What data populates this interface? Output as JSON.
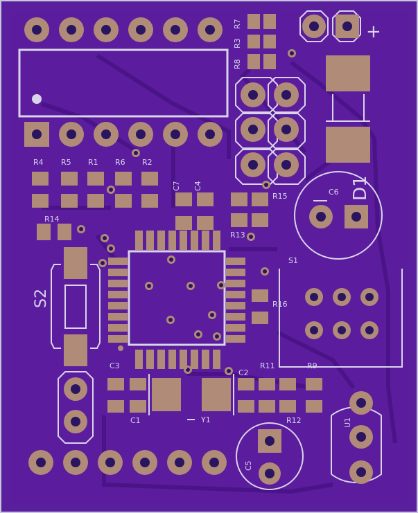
{
  "colors": {
    "board": "#5a1f9c",
    "edge": "#c9c4dd",
    "trace": "#4a1488",
    "pad": "#b08c78",
    "silk": "#d9d4ea",
    "hole": "#2a1560"
  },
  "components": {
    "R7": "R7",
    "R3": "R3",
    "R8": "R8",
    "R4": "R4",
    "R5": "R5",
    "R1": "R1",
    "R6": "R6",
    "R2": "R2",
    "C7": "C7",
    "C4": "C4",
    "R15": "R15",
    "C6": "C6",
    "D1": "D1",
    "R14": "R14",
    "R13": "R13",
    "S1": "S1",
    "S2": "S2",
    "R16": "R16",
    "C3": "C3",
    "C2": "C2",
    "R11": "R11",
    "R9": "R9",
    "C1": "C1",
    "Y1": "Y1",
    "R12": "R12",
    "U1": "U1",
    "C5": "C5",
    "plus": "+"
  }
}
